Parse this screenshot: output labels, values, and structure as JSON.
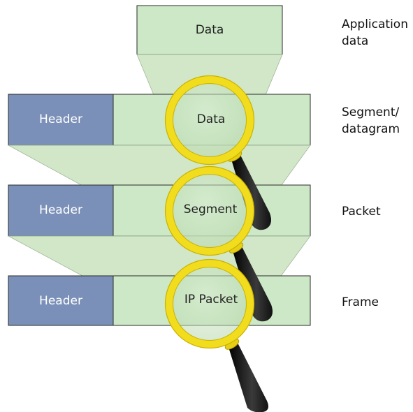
{
  "diagram": {
    "top_box": {
      "label": "Data"
    },
    "rows": [
      {
        "header": "Header",
        "payload": "Data"
      },
      {
        "header": "Header",
        "payload": "Segment"
      },
      {
        "header": "Header",
        "payload": "IP Packet"
      }
    ],
    "side_labels": [
      {
        "line1": "Application",
        "line2": "data"
      },
      {
        "line1": "Segment/",
        "line2": "datagram"
      },
      {
        "line1": "Packet",
        "line2": ""
      },
      {
        "line1": "Frame",
        "line2": ""
      }
    ],
    "colors": {
      "payload_fill": "#cde8c7",
      "payload_stroke": "#2a2a2a",
      "header_fill": "#7b90b8",
      "header_text": "#ffffff",
      "funnel_fill": "#c2dfb6",
      "lens_ring": "#f2dc1e",
      "lens_ring_dark": "#c9b200",
      "handle": "#1a1a1a"
    }
  }
}
